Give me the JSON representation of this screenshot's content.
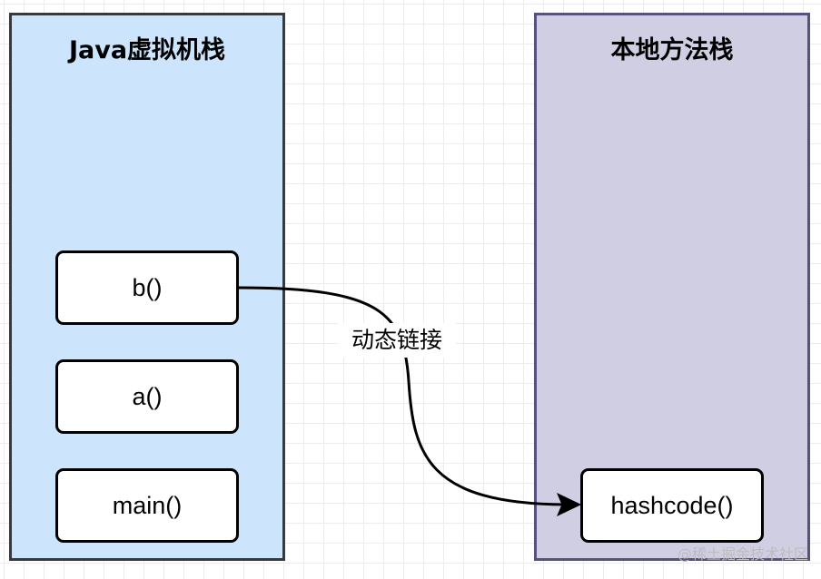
{
  "jvm_stack": {
    "title": "Java虚拟机栈",
    "frames": [
      "b()",
      "a()",
      "main()"
    ]
  },
  "native_stack": {
    "title": "本地方法栈",
    "frames": [
      "hashcode()"
    ]
  },
  "link": {
    "label": "动态链接"
  },
  "watermark": "@稀土掘金技术社区",
  "colors": {
    "jvm_fill": "#cce5fd",
    "native_fill": "#d0cee2",
    "native_border": "#56517e"
  }
}
